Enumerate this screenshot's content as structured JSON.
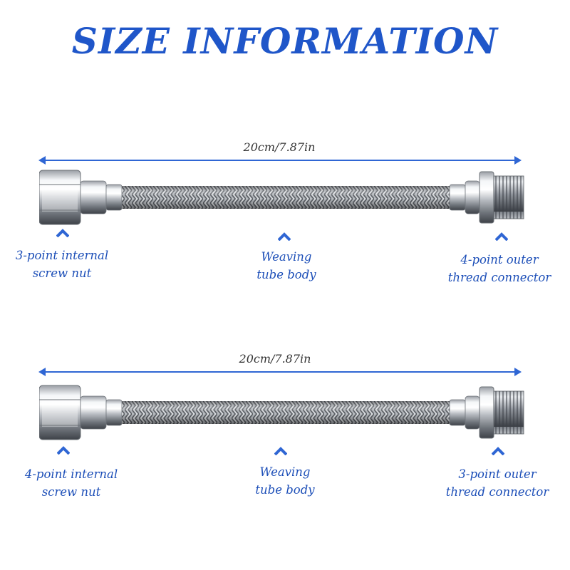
{
  "title": "SIZE INFORMATION",
  "colors": {
    "title": "#1f56c9",
    "accent": "#2f66d4",
    "label": "#1d4fb8"
  },
  "hoses": [
    {
      "length_label": "20cm/7.87in",
      "left_part": {
        "line1": "3-point internal",
        "line2": "screw nut"
      },
      "middle_part": {
        "line1": "Weaving",
        "line2": "tube body"
      },
      "right_part": {
        "line1": "4-point outer",
        "line2": "thread connector"
      }
    },
    {
      "length_label": "20cm/7.87in",
      "left_part": {
        "line1": "4-point internal",
        "line2": "screw nut"
      },
      "middle_part": {
        "line1": "Weaving",
        "line2": "tube body"
      },
      "right_part": {
        "line1": "3-point outer",
        "line2": "thread connector"
      }
    }
  ]
}
